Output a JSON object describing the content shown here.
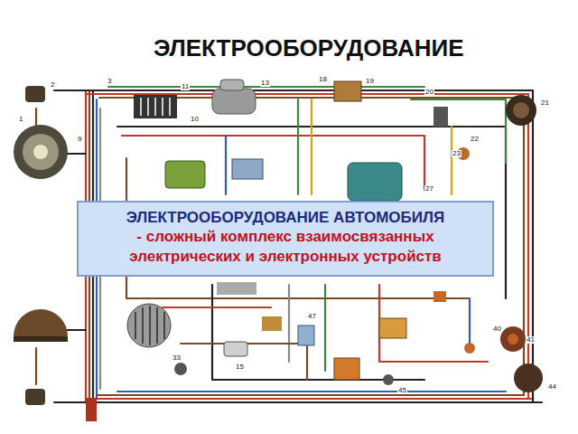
{
  "diagram": {
    "title": "ЭЛЕКТРООБОРУДОВАНИЕ",
    "nodes": [
      {
        "text": [
          "ЭЛЕКТРООБОРУДОВАНИЕ АВТОМОБИЛЯ",
          "- сложный комплекс взаимосвязанных электрических и электронных устройств"
        ]
      }
    ],
    "labels": [
      "2",
      "1",
      "3",
      "11",
      "13",
      "10",
      "9",
      "18",
      "19",
      "20",
      "21",
      "22",
      "23",
      "27",
      "33",
      "40",
      "41",
      "44",
      "45",
      "47",
      "15"
    ]
  }
}
